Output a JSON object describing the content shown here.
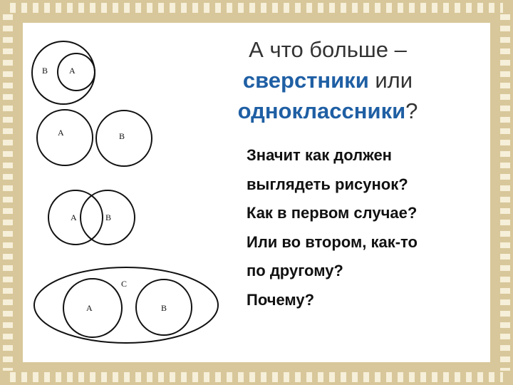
{
  "title": {
    "part1": "А что больше –",
    "highlight1": "сверстники",
    "part2": " или",
    "highlight2": "одноклассники",
    "part3": "?"
  },
  "body_lines": [
    "Значит как должен",
    "выглядеть рисунок?",
    "Как в первом случае?",
    "Или во втором, как-то",
    "по другому?",
    "Почему?"
  ],
  "diagrams": [
    {
      "labels": [
        "В",
        "А"
      ]
    },
    {
      "labels": [
        "А",
        "В"
      ]
    },
    {
      "labels": [
        "А",
        "В"
      ]
    },
    {
      "labels": [
        "С",
        "А",
        "В"
      ]
    }
  ],
  "colors": {
    "frame": "#d8c79a",
    "highlight": "#1f5fa4"
  }
}
